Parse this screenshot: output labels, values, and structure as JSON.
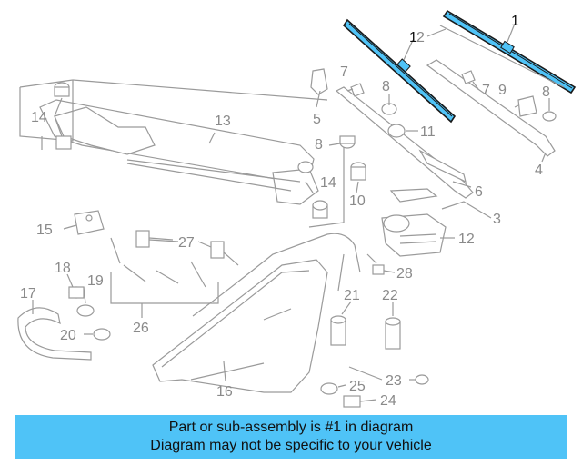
{
  "diagram": {
    "callouts": [
      {
        "id": "c1a",
        "text": "1"
      },
      {
        "id": "c1b",
        "text": "1"
      },
      {
        "id": "c2",
        "text": "2"
      },
      {
        "id": "c3",
        "text": "3"
      },
      {
        "id": "c4",
        "text": "4"
      },
      {
        "id": "c5",
        "text": "5"
      },
      {
        "id": "c6",
        "text": "6"
      },
      {
        "id": "c7a",
        "text": "7"
      },
      {
        "id": "c7b",
        "text": "7"
      },
      {
        "id": "c8a",
        "text": "8"
      },
      {
        "id": "c8b",
        "text": "8"
      },
      {
        "id": "c8c",
        "text": "8"
      },
      {
        "id": "c9",
        "text": "9"
      },
      {
        "id": "c10",
        "text": "10"
      },
      {
        "id": "c11",
        "text": "11"
      },
      {
        "id": "c12",
        "text": "12"
      },
      {
        "id": "c13",
        "text": "13"
      },
      {
        "id": "c14a",
        "text": "14"
      },
      {
        "id": "c14b",
        "text": "14"
      },
      {
        "id": "c15",
        "text": "15"
      },
      {
        "id": "c16",
        "text": "16"
      },
      {
        "id": "c17",
        "text": "17"
      },
      {
        "id": "c18",
        "text": "18"
      },
      {
        "id": "c19",
        "text": "19"
      },
      {
        "id": "c20",
        "text": "20"
      },
      {
        "id": "c21",
        "text": "21"
      },
      {
        "id": "c22",
        "text": "22"
      },
      {
        "id": "c23",
        "text": "23"
      },
      {
        "id": "c24",
        "text": "24"
      },
      {
        "id": "c25",
        "text": "25"
      },
      {
        "id": "c26",
        "text": "26"
      },
      {
        "id": "c27",
        "text": "27"
      },
      {
        "id": "c28",
        "text": "28"
      }
    ],
    "highlight_color": "#4fc3f7"
  },
  "banner": {
    "line1": "Part or sub-assembly is #1 in diagram",
    "line2": "Diagram may not be specific to your vehicle"
  }
}
